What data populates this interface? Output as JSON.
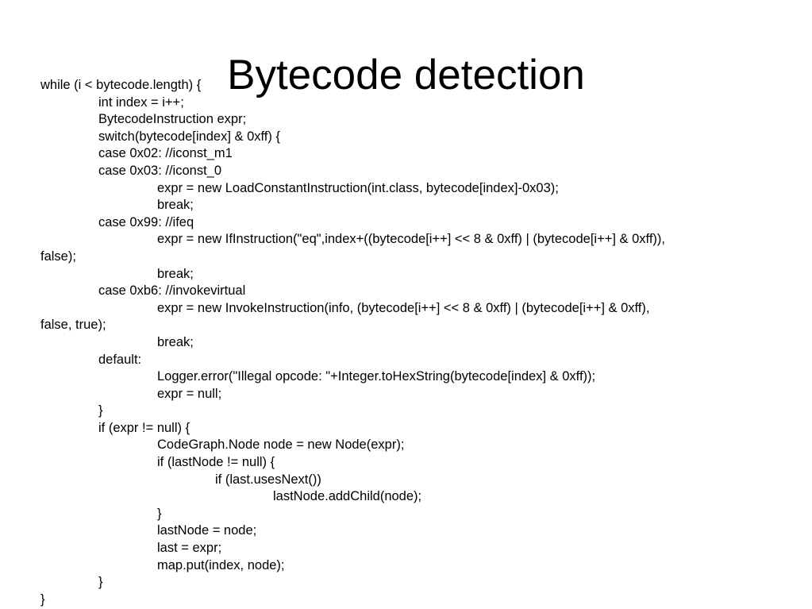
{
  "slide": {
    "title": "Bytecode detection",
    "code_lines": [
      {
        "indent": 0,
        "text": "while (i < bytecode.length) {"
      },
      {
        "indent": 1,
        "text": "int index = i++;"
      },
      {
        "indent": 1,
        "text": "BytecodeInstruction expr;"
      },
      {
        "indent": 1,
        "text": "switch(bytecode[index] & 0xff) {"
      },
      {
        "indent": 1,
        "text": "case 0x02: //iconst_m1"
      },
      {
        "indent": 1,
        "text": "case 0x03: //iconst_0"
      },
      {
        "indent": 2,
        "text": "expr = new LoadConstantInstruction(int.class, bytecode[index]-0x03);"
      },
      {
        "indent": 2,
        "text": "break;"
      },
      {
        "indent": 1,
        "text": "case 0x99: //ifeq"
      },
      {
        "indent": 2,
        "text": "expr = new IfInstruction(\"eq\",index+((bytecode[i++] << 8 & 0xff) | (bytecode[i++] & 0xff)),"
      },
      {
        "indent": 0,
        "text": "false);"
      },
      {
        "indent": 2,
        "text": "break;"
      },
      {
        "indent": 1,
        "text": "case 0xb6: //invokevirtual"
      },
      {
        "indent": 2,
        "text": "expr = new InvokeInstruction(info, (bytecode[i++] << 8 & 0xff) | (bytecode[i++] & 0xff),"
      },
      {
        "indent": 0,
        "text": "false, true);"
      },
      {
        "indent": 2,
        "text": "break;"
      },
      {
        "indent": 1,
        "text": "default:"
      },
      {
        "indent": 2,
        "text": "Logger.error(\"Illegal opcode: \"+Integer.toHexString(bytecode[index] & 0xff));"
      },
      {
        "indent": 2,
        "text": "expr = null;"
      },
      {
        "indent": 1,
        "text": "}"
      },
      {
        "indent": 1,
        "text": "if (expr != null) {"
      },
      {
        "indent": 2,
        "text": "CodeGraph.Node node = new Node(expr);"
      },
      {
        "indent": 2,
        "text": "if (lastNode != null) {"
      },
      {
        "indent": 3,
        "text": "if (last.usesNext())"
      },
      {
        "indent": 4,
        "text": "lastNode.addChild(node);"
      },
      {
        "indent": 2,
        "text": "}"
      },
      {
        "indent": 2,
        "text": "lastNode = node;"
      },
      {
        "indent": 2,
        "text": "last = expr;"
      },
      {
        "indent": 2,
        "text": "map.put(index, node);"
      },
      {
        "indent": 1,
        "text": "}"
      },
      {
        "indent": 0,
        "text": "}"
      }
    ]
  }
}
